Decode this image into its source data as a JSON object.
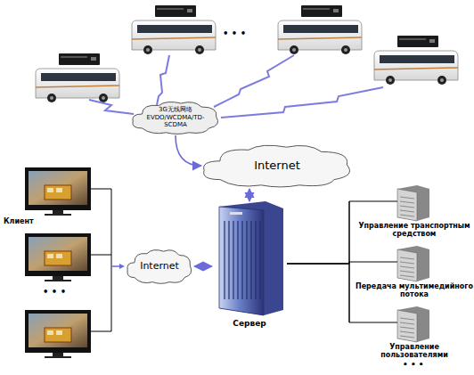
{
  "diagram": {
    "nodes": [
      {
        "text": [
          "3G无线网络 EVDO/WCDMA/TD-SCDMA"
        ]
      },
      {
        "text": [
          "Internet"
        ]
      },
      {
        "text": [
          "Internet"
        ]
      },
      {
        "text": [
          "Сервер"
        ]
      },
      {
        "text": [
          "Управление транспортным средством"
        ]
      },
      {
        "text": [
          "Передача мультимедийного потока"
        ]
      },
      {
        "text": [
          "Управление пользователями"
        ]
      }
    ],
    "edges": [
      {
        "from": 0,
        "to": 1,
        "arrow": "to"
      },
      {
        "from": 1,
        "to": 3,
        "arrow": "both"
      },
      {
        "from": 2,
        "to": 3,
        "arrow": "both"
      },
      {
        "from": 3,
        "to": 4,
        "arrow": "none"
      },
      {
        "from": 3,
        "to": 5,
        "arrow": "none"
      },
      {
        "from": 3,
        "to": 6,
        "arrow": "none"
      }
    ],
    "labels": [
      "Клиент",
      "• • •",
      "• • •",
      "• • •"
    ]
  }
}
